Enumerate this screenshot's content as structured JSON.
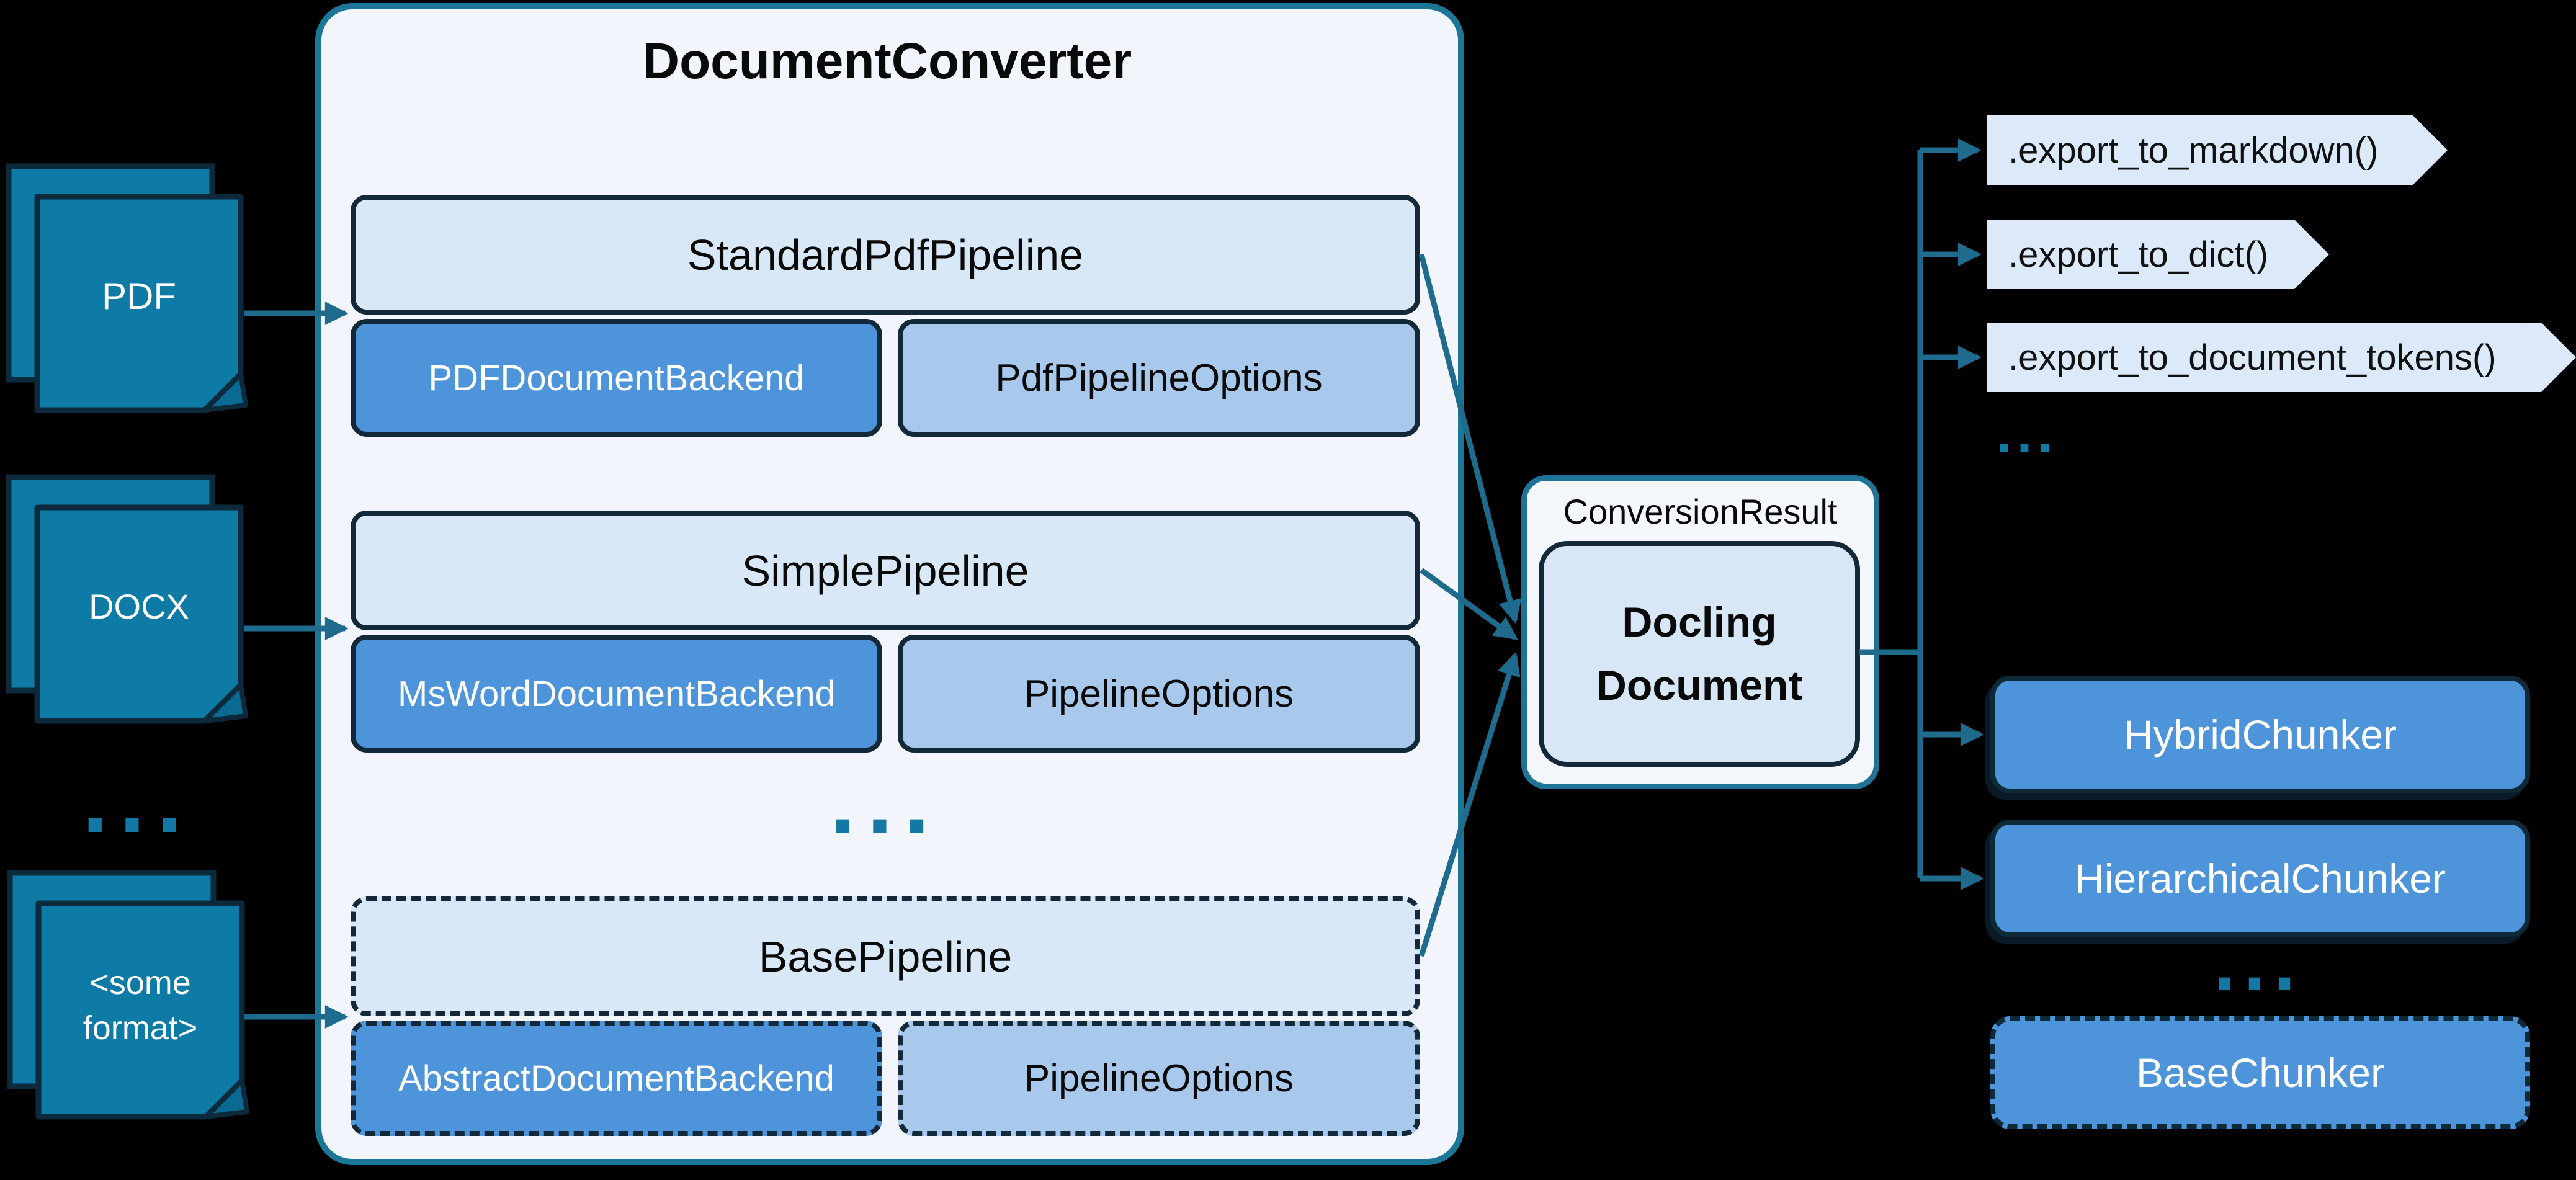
{
  "converter": {
    "title": "DocumentConverter",
    "pipelines": [
      {
        "name": "StandardPdfPipeline",
        "backend": "PDFDocumentBackend",
        "options": "PdfPipelineOptions"
      },
      {
        "name": "SimplePipeline",
        "backend": "MsWordDocumentBackend",
        "options": "PipelineOptions"
      },
      {
        "name": "BasePipeline",
        "backend": "AbstractDocumentBackend",
        "options": "PipelineOptions"
      }
    ],
    "ellipsis": "..."
  },
  "inputs": {
    "pdf": {
      "label": "PDF"
    },
    "docx": {
      "label": "DOCX"
    },
    "other": {
      "label": "<some format>",
      "line1": "<some",
      "line2": "format>"
    },
    "ellipsis": "..."
  },
  "result": {
    "container_label": "ConversionResult",
    "document": {
      "line1": "Docling",
      "line2": "Document"
    }
  },
  "exports": {
    "items": [
      ".export_to_markdown()",
      ".export_to_dict()",
      ".export_to_document_tokens()"
    ],
    "ellipsis": "..."
  },
  "chunkers": {
    "items": [
      "HybridChunker",
      "HierarchicalChunker",
      "BaseChunker"
    ],
    "ellipsis": "..."
  },
  "colors": {
    "background": "#000000",
    "document_fill": "#0D7BA6",
    "dark_border": "#0C2A3C",
    "teal_border": "#1B7697",
    "arrow": "#1F6B8E",
    "pipeline_header_fill": "#D9E8F6",
    "backend_fill": "#4D94DA",
    "options_fill": "#A9C9EC",
    "tag_fill": "#DBE9F9",
    "panel_fill": "#F2F6FC",
    "dots": "#1478A5"
  }
}
